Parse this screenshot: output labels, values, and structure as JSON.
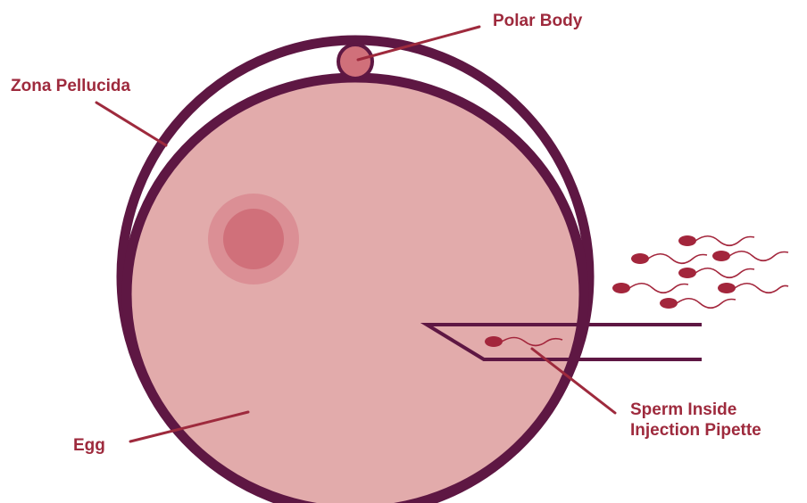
{
  "colors": {
    "zona_ring": "#5e1743",
    "egg_fill": "#e2abab",
    "nucleus_outer": "#db8f95",
    "nucleus_inner": "#d0707a",
    "polar_body": "#d0707a",
    "label_text": "#9e2a3d",
    "sperm_head": "#a3263c",
    "pipette_line": "#5e1743"
  },
  "labels": {
    "polar_body": "Polar Body",
    "zona_pellucida": "Zona Pellucida",
    "egg": "Egg",
    "sperm_line1": "Sperm Inside",
    "sperm_line2": "Injection Pipette"
  }
}
